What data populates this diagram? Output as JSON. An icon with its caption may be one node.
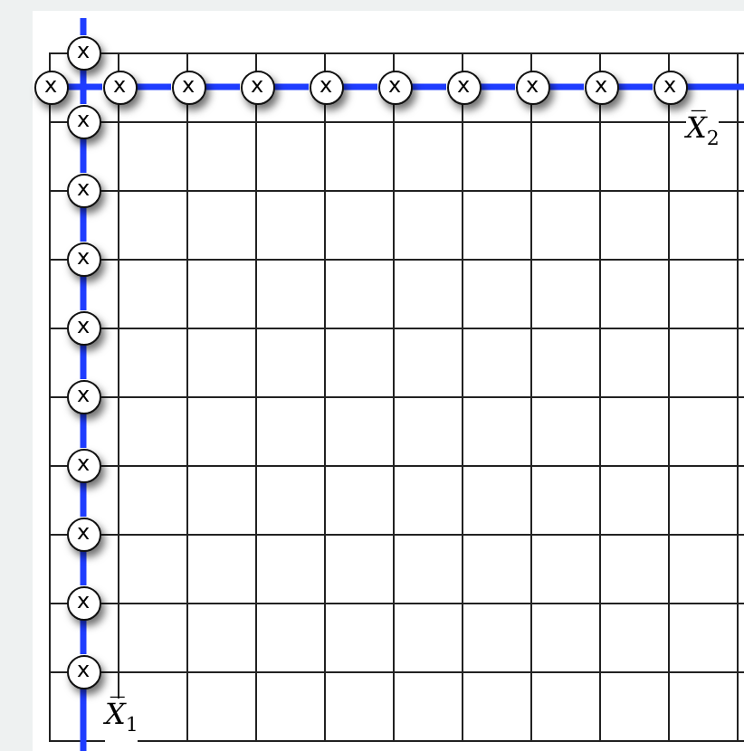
{
  "diagram": {
    "nodes": [
      {
        "text": [
          "x"
        ]
      },
      {
        "text": [
          "x"
        ]
      },
      {
        "text": [
          "x"
        ]
      },
      {
        "text": [
          "x"
        ]
      },
      {
        "text": [
          "x"
        ]
      },
      {
        "text": [
          "x"
        ]
      },
      {
        "text": [
          "x"
        ]
      },
      {
        "text": [
          "x"
        ]
      },
      {
        "text": [
          "x"
        ]
      },
      {
        "text": [
          "x"
        ]
      },
      {
        "text": [
          "x"
        ]
      },
      {
        "text": [
          "x"
        ]
      },
      {
        "text": [
          "x"
        ]
      },
      {
        "text": [
          "x"
        ]
      },
      {
        "text": [
          "x"
        ]
      },
      {
        "text": [
          "x"
        ]
      },
      {
        "text": [
          "x"
        ]
      },
      {
        "text": [
          "x"
        ]
      },
      {
        "text": [
          "x"
        ]
      },
      {
        "text": [
          "x"
        ]
      }
    ],
    "edges": [
      {
        "from": 1,
        "to": 2,
        "arrow": "none"
      },
      {
        "from": 2,
        "to": 3,
        "arrow": "none"
      },
      {
        "from": 3,
        "to": 4,
        "arrow": "none"
      },
      {
        "from": 4,
        "to": 5,
        "arrow": "none"
      },
      {
        "from": 5,
        "to": 6,
        "arrow": "none"
      },
      {
        "from": 6,
        "to": 7,
        "arrow": "none"
      },
      {
        "from": 7,
        "to": 8,
        "arrow": "none"
      },
      {
        "from": 8,
        "to": 9,
        "arrow": "none"
      },
      {
        "from": 9,
        "to": 10,
        "arrow": "none"
      },
      {
        "from": 10,
        "to": null,
        "arrow": "none"
      },
      {
        "from": null,
        "to": 0,
        "arrow": "none"
      },
      {
        "from": 0,
        "to": 11,
        "arrow": "none"
      },
      {
        "from": 11,
        "to": 12,
        "arrow": "none"
      },
      {
        "from": 12,
        "to": 13,
        "arrow": "none"
      },
      {
        "from": 13,
        "to": 14,
        "arrow": "none"
      },
      {
        "from": 14,
        "to": 15,
        "arrow": "none"
      },
      {
        "from": 15,
        "to": 16,
        "arrow": "none"
      },
      {
        "from": 16,
        "to": 17,
        "arrow": "none"
      },
      {
        "from": 17,
        "to": 18,
        "arrow": "none"
      },
      {
        "from": 18,
        "to": 19,
        "arrow": "none"
      },
      {
        "from": 19,
        "to": null,
        "arrow": "none"
      }
    ],
    "labels": [
      "X̅$_{2}$",
      "X̅$_{1}$"
    ]
  }
}
